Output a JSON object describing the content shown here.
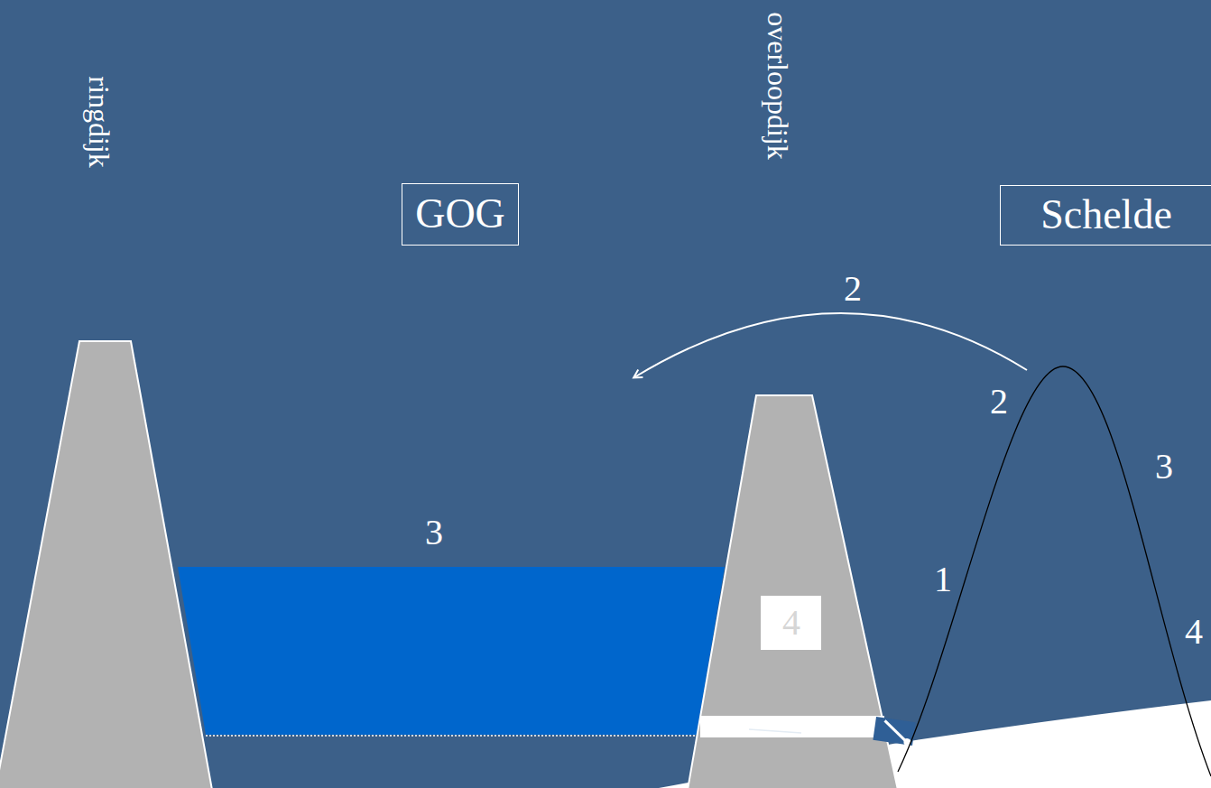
{
  "diagram": {
    "nodes": [
      {
        "text": [
          "GOG"
        ]
      },
      {
        "text": [
          "Schelde"
        ]
      }
    ],
    "labels": [
      "ringdijk",
      "overloopdijk",
      "2",
      "2",
      "3",
      "3",
      "1",
      "4",
      "4"
    ]
  }
}
